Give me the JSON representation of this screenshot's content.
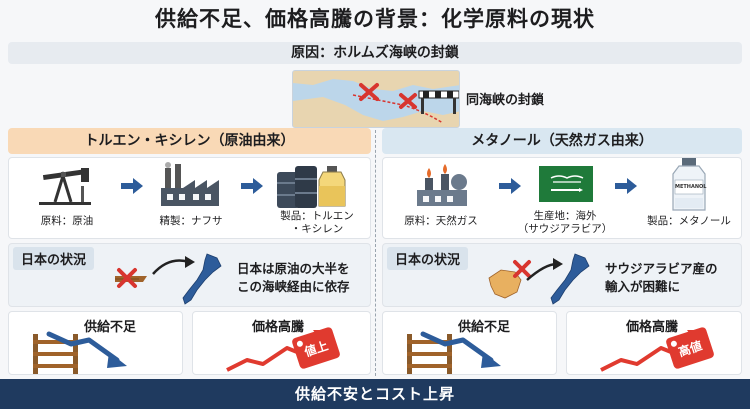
{
  "title": "供給不足、価格高騰の背景：化学原料の現状",
  "cause": {
    "label": "原因：ホルムズ海峡の封鎖",
    "map_label": "同海峡の封鎖"
  },
  "left": {
    "header": "トルエン・キシレン（原油由来）",
    "steps": {
      "material": "原料：原油",
      "refine": "精製：ナフサ",
      "product_line1": "製品：トルエン",
      "product_line2": "・キシレン"
    },
    "japan": {
      "title": "日本の状況",
      "text_line1": "日本は原油の大半を",
      "text_line2": "この海峡経由に依存"
    },
    "supply": "供給不足",
    "price": "価格高騰",
    "tag": "値上"
  },
  "right": {
    "header": "メタノール（天然ガス由来）",
    "steps": {
      "material": "原料：天然ガス",
      "origin_line1": "生産地：海外",
      "origin_line2": "（サウジアラビア）",
      "product": "製品：メタノール",
      "bottle_label": "METHANOL"
    },
    "japan": {
      "title": "日本の状況",
      "text_line1": "サウジアラビア産の",
      "text_line2": "輸入が困難に"
    },
    "supply": "供給不足",
    "price": "価格高騰",
    "tag": "高値"
  },
  "footer": "供給不安とコスト上昇",
  "colors": {
    "left_header": "#f9d9b6",
    "right_header": "#d9e7f1",
    "footer": "#1f3a5f",
    "cross": "#d8352f",
    "down_arrow": "#2d5c9a",
    "up_arrow": "#e03a2f"
  }
}
